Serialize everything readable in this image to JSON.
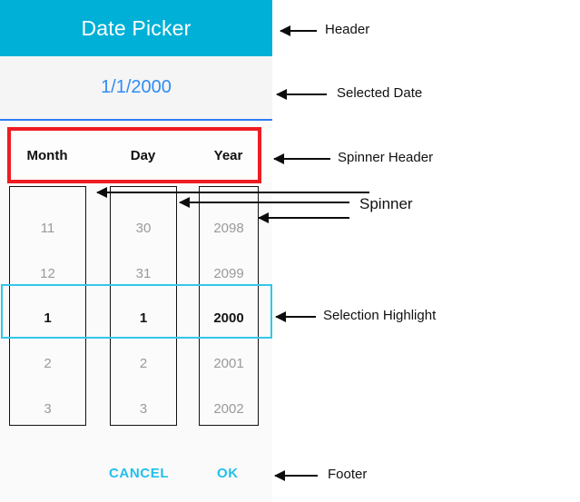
{
  "dialog": {
    "header": {
      "title": "Date Picker",
      "bg_color": "#00b0d7",
      "text_color": "#ffffff"
    },
    "selected_date": {
      "value": "1/1/2000",
      "text_color": "#2f8cf5",
      "underline_color": "#2f7cf5"
    },
    "spinner_header": {
      "columns": [
        "Month",
        "Day",
        "Year"
      ]
    },
    "spinners": [
      {
        "name": "month",
        "items": [
          "11",
          "12",
          "1",
          "2",
          "3"
        ],
        "selected_index": 2,
        "selected_value": "1"
      },
      {
        "name": "day",
        "items": [
          "30",
          "31",
          "1",
          "2",
          "3"
        ],
        "selected_index": 2,
        "selected_value": "1"
      },
      {
        "name": "year",
        "items": [
          "2098",
          "2099",
          "2000",
          "2001",
          "2002"
        ],
        "selected_index": 2,
        "selected_value": "2000"
      }
    ],
    "footer": {
      "cancel_label": "CANCEL",
      "ok_label": "OK",
      "text_color": "#22c0ec"
    }
  },
  "annotations": {
    "highlight_colors": {
      "spinner_header_outline": "#ee1c23",
      "selection_highlight": "#34c6e8"
    },
    "labels": [
      {
        "id": "header",
        "text": "Header"
      },
      {
        "id": "selected-date",
        "text": "Selected Date"
      },
      {
        "id": "spinner-header",
        "text": "Spinner Header"
      },
      {
        "id": "spinner",
        "text": "Spinner"
      },
      {
        "id": "selection-highlight",
        "text": "Selection Highlight"
      },
      {
        "id": "footer",
        "text": "Footer"
      }
    ]
  }
}
